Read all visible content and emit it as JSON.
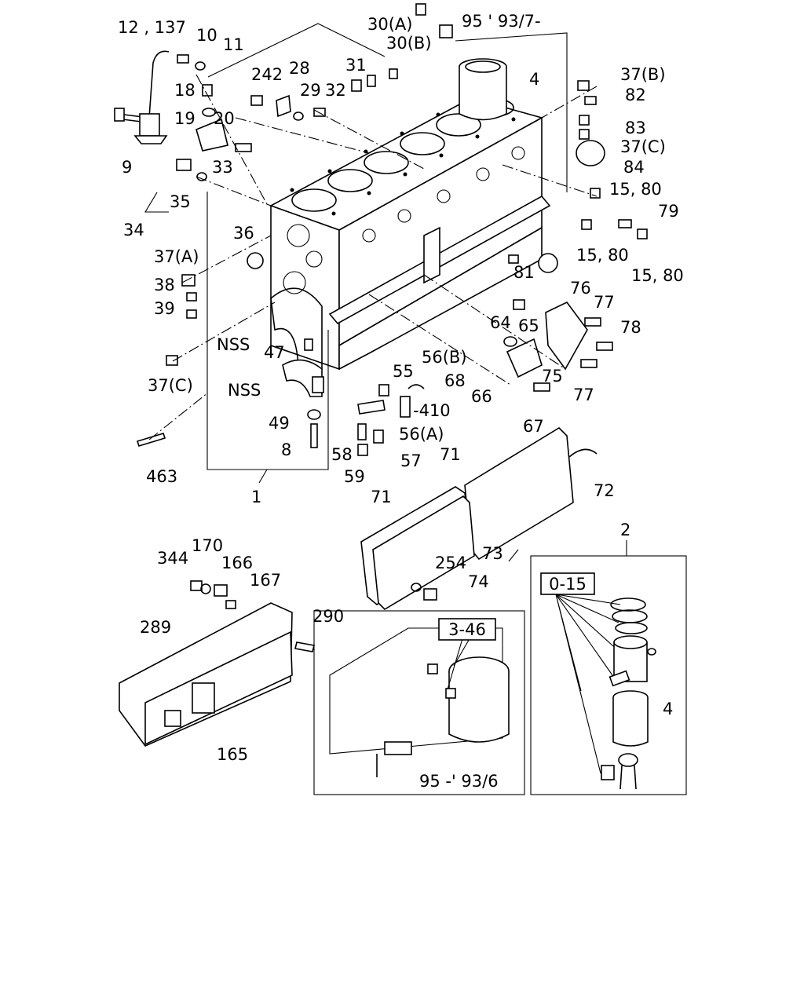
{
  "diagram": {
    "callouts": [
      {
        "id": "12_137",
        "text": "12 , 137"
      },
      {
        "id": "10",
        "text": "10"
      },
      {
        "id": "11",
        "text": "11"
      },
      {
        "id": "18",
        "text": "18"
      },
      {
        "id": "19",
        "text": "19"
      },
      {
        "id": "20",
        "text": "20"
      },
      {
        "id": "9",
        "text": "9"
      },
      {
        "id": "242",
        "text": "242"
      },
      {
        "id": "28",
        "text": "28"
      },
      {
        "id": "29",
        "text": "29"
      },
      {
        "id": "31",
        "text": "31"
      },
      {
        "id": "32",
        "text": "32"
      },
      {
        "id": "30A",
        "text": "30(A)"
      },
      {
        "id": "30B",
        "text": "30(B)"
      },
      {
        "id": "95_top",
        "text": "95 ' 93/7-"
      },
      {
        "id": "4_top",
        "text": "4"
      },
      {
        "id": "37B",
        "text": "37(B)"
      },
      {
        "id": "82",
        "text": "82"
      },
      {
        "id": "83",
        "text": "83"
      },
      {
        "id": "37C_right",
        "text": "37(C)"
      },
      {
        "id": "84",
        "text": "84"
      },
      {
        "id": "15_80_a",
        "text": "15, 80"
      },
      {
        "id": "79",
        "text": "79"
      },
      {
        "id": "15_80_b",
        "text": "15, 80"
      },
      {
        "id": "15_80_c",
        "text": "15, 80"
      },
      {
        "id": "33",
        "text": "33"
      },
      {
        "id": "35",
        "text": "35"
      },
      {
        "id": "34",
        "text": "34"
      },
      {
        "id": "36",
        "text": "36"
      },
      {
        "id": "37A",
        "text": "37(A)"
      },
      {
        "id": "38",
        "text": "38"
      },
      {
        "id": "39",
        "text": "39"
      },
      {
        "id": "NSS_1",
        "text": "NSS"
      },
      {
        "id": "47",
        "text": "47"
      },
      {
        "id": "37C_left",
        "text": "37(C)"
      },
      {
        "id": "NSS_2",
        "text": "NSS"
      },
      {
        "id": "49",
        "text": "49"
      },
      {
        "id": "8",
        "text": "8"
      },
      {
        "id": "463",
        "text": "463"
      },
      {
        "id": "1",
        "text": "1"
      },
      {
        "id": "81",
        "text": "81"
      },
      {
        "id": "76",
        "text": "76"
      },
      {
        "id": "77_a",
        "text": "77"
      },
      {
        "id": "78",
        "text": "78"
      },
      {
        "id": "64",
        "text": "64"
      },
      {
        "id": "65",
        "text": "65"
      },
      {
        "id": "56B",
        "text": "56(B)"
      },
      {
        "id": "55",
        "text": "55"
      },
      {
        "id": "68",
        "text": "68"
      },
      {
        "id": "75",
        "text": "75"
      },
      {
        "id": "66",
        "text": "66"
      },
      {
        "id": "77_b",
        "text": "77"
      },
      {
        "id": "410",
        "text": "-410"
      },
      {
        "id": "67",
        "text": "67"
      },
      {
        "id": "56A",
        "text": "56(A)"
      },
      {
        "id": "58",
        "text": "58"
      },
      {
        "id": "57",
        "text": "57"
      },
      {
        "id": "59",
        "text": "59"
      },
      {
        "id": "71_a",
        "text": "71"
      },
      {
        "id": "72",
        "text": "72"
      },
      {
        "id": "71_b",
        "text": "71"
      },
      {
        "id": "73",
        "text": "73"
      },
      {
        "id": "254",
        "text": "254"
      },
      {
        "id": "74",
        "text": "74"
      },
      {
        "id": "2",
        "text": "2"
      },
      {
        "id": "170",
        "text": "170"
      },
      {
        "id": "344",
        "text": "344"
      },
      {
        "id": "166",
        "text": "166"
      },
      {
        "id": "167",
        "text": "167"
      },
      {
        "id": "290",
        "text": "290"
      },
      {
        "id": "289",
        "text": "289"
      },
      {
        "id": "165",
        "text": "165"
      },
      {
        "id": "4_inset",
        "text": "4"
      },
      {
        "id": "95_bottom",
        "text": "95 -' 93/6"
      }
    ],
    "reference_boxes": [
      {
        "id": "ref_0_15",
        "text": "0-15"
      },
      {
        "id": "ref_3_46",
        "text": "3-46"
      }
    ]
  }
}
